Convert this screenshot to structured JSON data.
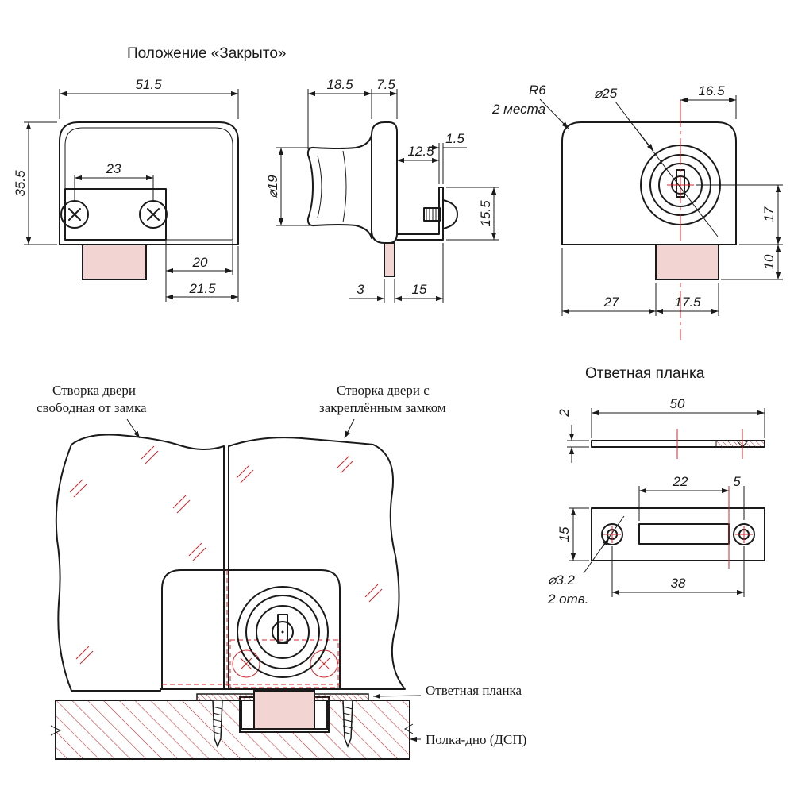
{
  "titles": {
    "closed_position": "Положение «Закрыто»",
    "strike_plate": "Ответная планка"
  },
  "front_view": {
    "width": "51.5",
    "height": "35.5",
    "screw_spacing": "23",
    "tongue_offset": "20",
    "tongue_offset_total": "21.5"
  },
  "side_view": {
    "knob_length": "18.5",
    "base_thickness": "7.5",
    "knob_diameter": "⌀19",
    "bracket_depth": "12.5",
    "bracket_thickness": "1.5",
    "bracket_height": "15.5",
    "tongue_thickness": "3",
    "tongue_to_bracket": "15"
  },
  "back_view": {
    "radius": "R6",
    "radius_note": "2 места",
    "cylinder_diameter": "⌀25",
    "cylinder_offset": "16.5",
    "cylinder_height": "17",
    "tongue_height": "10",
    "left_width": "27",
    "tongue_width": "17.5"
  },
  "strike": {
    "length": "50",
    "thickness": "2",
    "slot_length": "22",
    "slot_offset": "5",
    "width": "15",
    "hole_diameter": "⌀3.2",
    "hole_count": "2 отв.",
    "hole_spacing": "38"
  },
  "assembly": {
    "left_leaf_line1": "Створка двери",
    "left_leaf_line2": "свободная от замка",
    "right_leaf_line1": "Створка двери с",
    "right_leaf_line2": "закреплённым замком",
    "strike_label": "Ответная планка",
    "shelf_label": "Полка-дно (ДСП)"
  }
}
